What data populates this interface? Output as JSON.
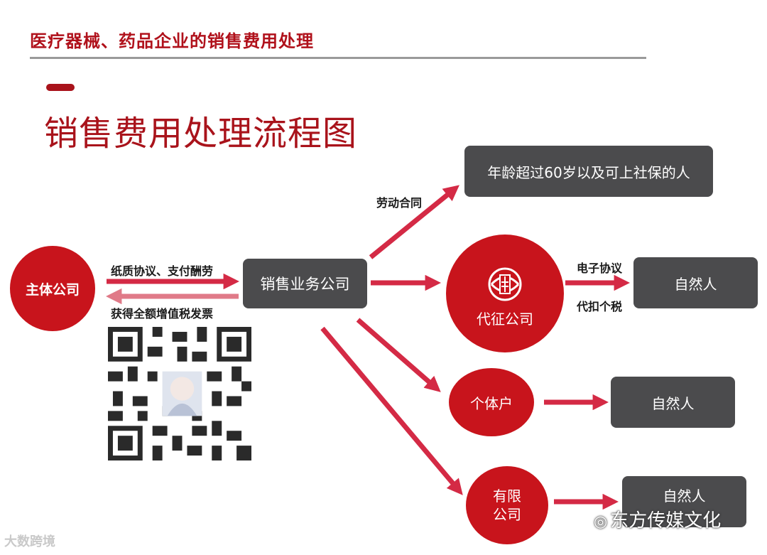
{
  "header": {
    "title": "医疗器械、药品企业的销售费用处理"
  },
  "slide": {
    "title": "销售费用处理流程图"
  },
  "nodes": {
    "main": "主体公司",
    "sales": "销售业务公司",
    "tax_agent": "代征公司",
    "over60": "年龄超过60岁以及可上社保的人",
    "individual_biz": "个体户",
    "limited_co": "有限\n公司",
    "natural_person_1": "自然人",
    "natural_person_2": "自然人",
    "natural_person_3": "自然人"
  },
  "edges": {
    "paper_agreement": "纸质协议、支付酬劳",
    "vat_invoice": "获得全额增值税发票",
    "labor_contract": "劳动合同",
    "e_agreement": "电子协议",
    "withhold_tax": "代扣个税"
  },
  "watermarks": {
    "left": "大数跨境",
    "right": "东方传媒文化"
  },
  "colors": {
    "accent": "#c8141c",
    "dark_box": "#4b4b4d",
    "arrow": "#d42a45"
  }
}
